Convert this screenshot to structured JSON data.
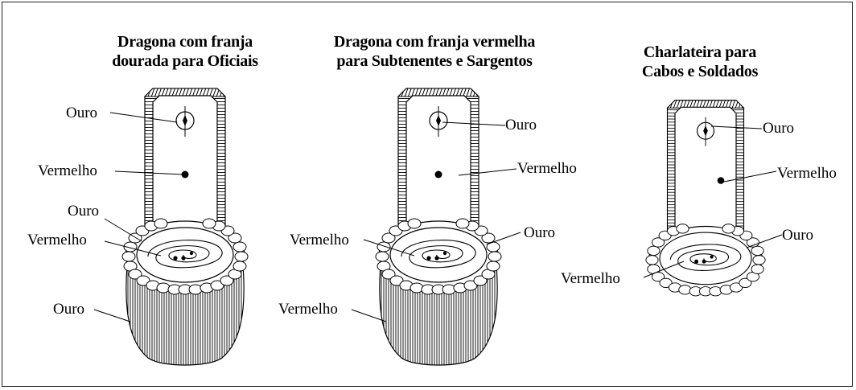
{
  "figures": [
    {
      "id": "dragona-oficiais",
      "title_line1": "Dragona com franja",
      "title_line2": "dourada para Oficiais",
      "labels": {
        "board_border": "Ouro",
        "board_fill": "Vermelho",
        "crescent": "Ouro",
        "center": "Vermelho",
        "fringe": "Ouro"
      }
    },
    {
      "id": "dragona-subtenentes-sargentos",
      "title_line1": "Dragona com franja vermelha",
      "title_line2": "para Subtenentes e Sargentos",
      "labels": {
        "board_border": "Ouro",
        "board_fill": "Vermelho",
        "crescent": "Ouro",
        "center": "Vermelho",
        "fringe": "Vermelho"
      }
    },
    {
      "id": "charlateira-cabos-soldados",
      "title_line1": "Charlateira para",
      "title_line2": "Cabos e Soldados",
      "labels": {
        "board_border": "Ouro",
        "board_fill": "Vermelho",
        "crescent": "Ouro",
        "center": "Vermelho"
      }
    }
  ]
}
